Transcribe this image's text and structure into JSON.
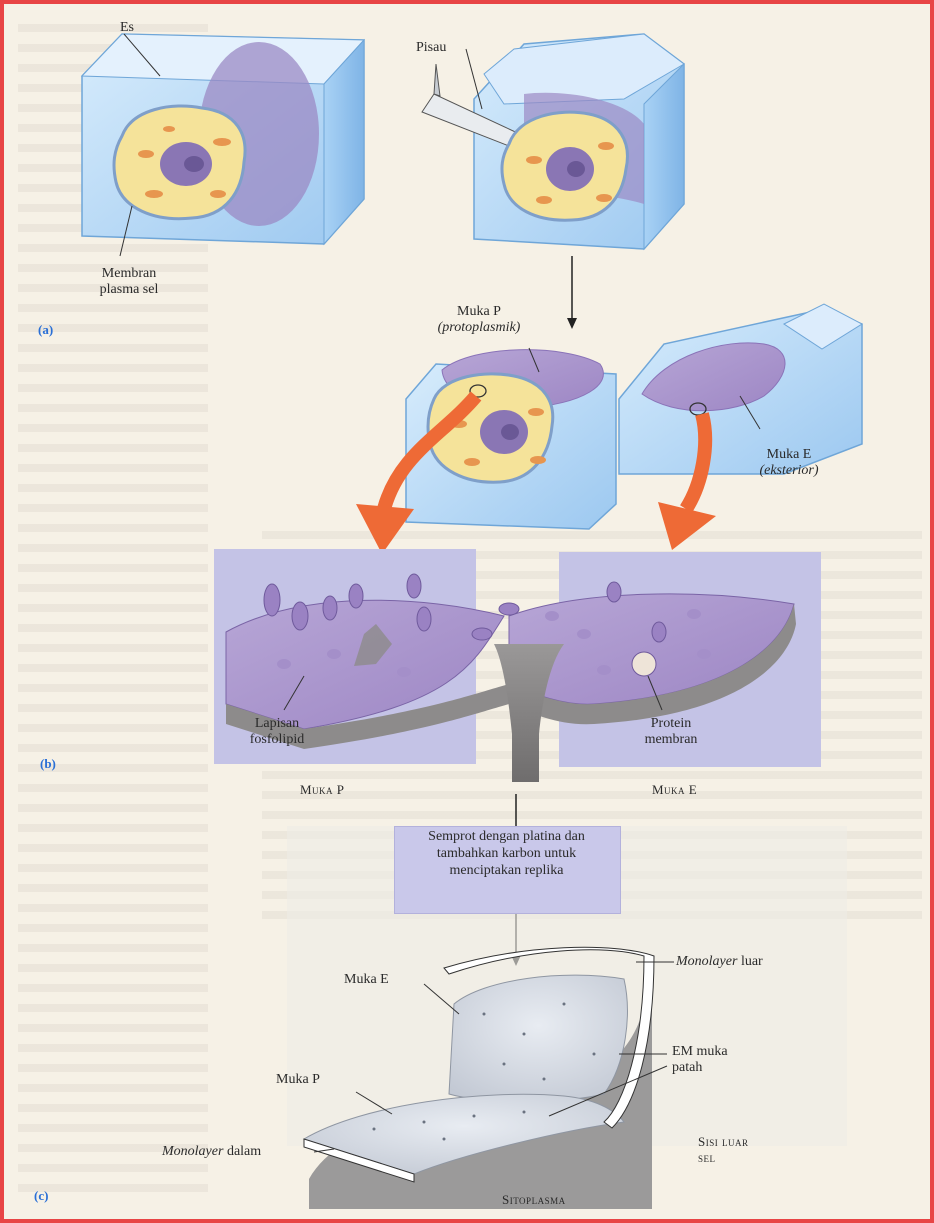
{
  "labels": {
    "es": "Es",
    "pisau": "Pisau",
    "membran_line1": "Membran",
    "membran_line2": "plasma sel",
    "panel_a": "(a)",
    "muka_p_line1": "Muka P",
    "muka_p_line2": "(protoplasmik)",
    "muka_e_line1": "Muka E",
    "muka_e_line2": "(eksterior)",
    "lapisan_line1": "Lapisan",
    "lapisan_line2": "fosfolipid",
    "protein_line1": "Protein",
    "protein_line2": "membran",
    "panel_b": "(b)",
    "muka_p_caption": "Muka P",
    "muka_e_caption": "Muka E",
    "step_text": "Semprot dengan platina dan tambahkan karbon untuk menciptakan replika",
    "muka_e_c": "Muka E",
    "monolayer_luar_italic": "Monolayer",
    "monolayer_luar_rest": " luar",
    "em_line1": "EM muka",
    "em_line2": "patah",
    "muka_p_c": "Muka P",
    "sisi_luar_line1": "Sisi luar",
    "sisi_luar_line2": "sel",
    "monolayer_dalam_italic": "Monolayer",
    "monolayer_dalam_rest": " dalam",
    "panel_c": "(c)",
    "sitoplasma": "Sitoplasma"
  },
  "colors": {
    "frame": "#e84545",
    "paper": "#f6f1e6",
    "ice_light": "#cfe6fb",
    "ice_mid": "#a9d2f5",
    "ice_dark": "#7fb6e8",
    "cell_yellow": "#f5e39a",
    "nucleus": "#8a76b4",
    "organelle": "#e7964f",
    "membrane_purple": "#b39ad1",
    "panel_bg": "#c4c3e6",
    "arrow_orange": "#ee6a36",
    "gray_layer": "#8d8b8b"
  }
}
